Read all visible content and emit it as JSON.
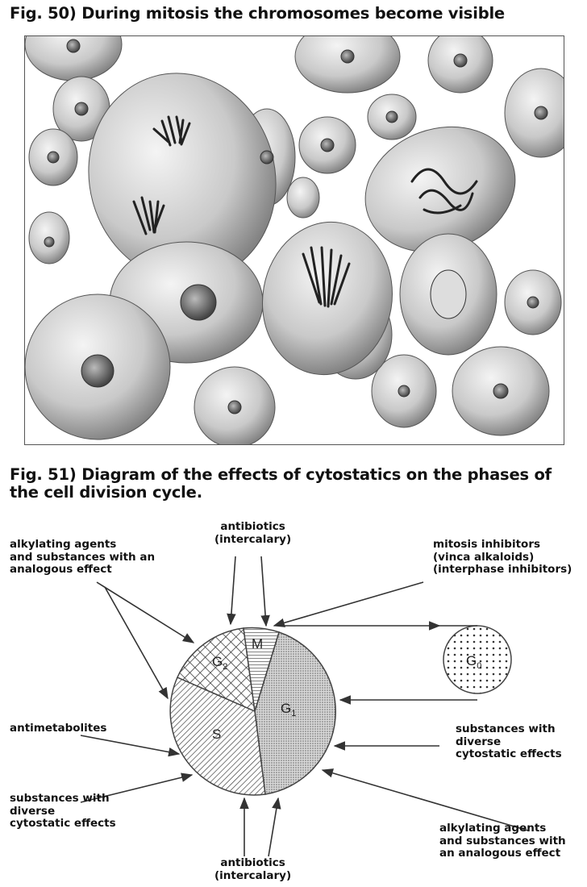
{
  "fig50": {
    "title": "Fig. 50)   During mitosis the chromosomes become visible"
  },
  "fig51": {
    "title": "Fig. 51)  Diagram of the effects of cytostatics on the phases of the cell division cycle.",
    "phases": {
      "m": "M",
      "g2": "G",
      "g2_sub": "2",
      "s": "S",
      "g1": "G",
      "g1_sub": "1",
      "g0": "G",
      "g0_sub": "0"
    },
    "labels": {
      "antibiotics_top": "antibiotics\n(intercalary)",
      "alkylating_left": "alkylating agents\nand substances with an\nanalogous effect",
      "mitosis_inhibitors": "mitosis inhibitors\n(vinca alkaloids)\n(interphase inhibitors)",
      "antimetabolites": "antimetabolites",
      "diverse_right": "substances with\ndiverse\ncytostatic effects",
      "diverse_left": "substances with\ndiverse\ncytostatic effects",
      "alkylating_right": "alkylating agents\nand substances with\nan analogous effect",
      "antibiotics_bottom": "antibiotics\n(intercalary)"
    }
  }
}
